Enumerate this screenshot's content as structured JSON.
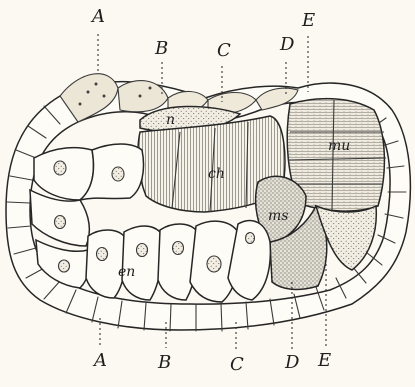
{
  "figure": {
    "markers_top": [
      "A",
      "B",
      "C",
      "D",
      "E"
    ],
    "markers_bottom": [
      "A",
      "B",
      "C",
      "D",
      "E"
    ],
    "tissue_labels": {
      "n": "n",
      "ch": "ch",
      "mu": "mu",
      "ms": "ms",
      "en": "en"
    },
    "colors": {
      "paper": "#fbf9f1",
      "ink": "#262626",
      "stipple": "#e6e1d2",
      "hatch": "#dcd7c8"
    }
  }
}
